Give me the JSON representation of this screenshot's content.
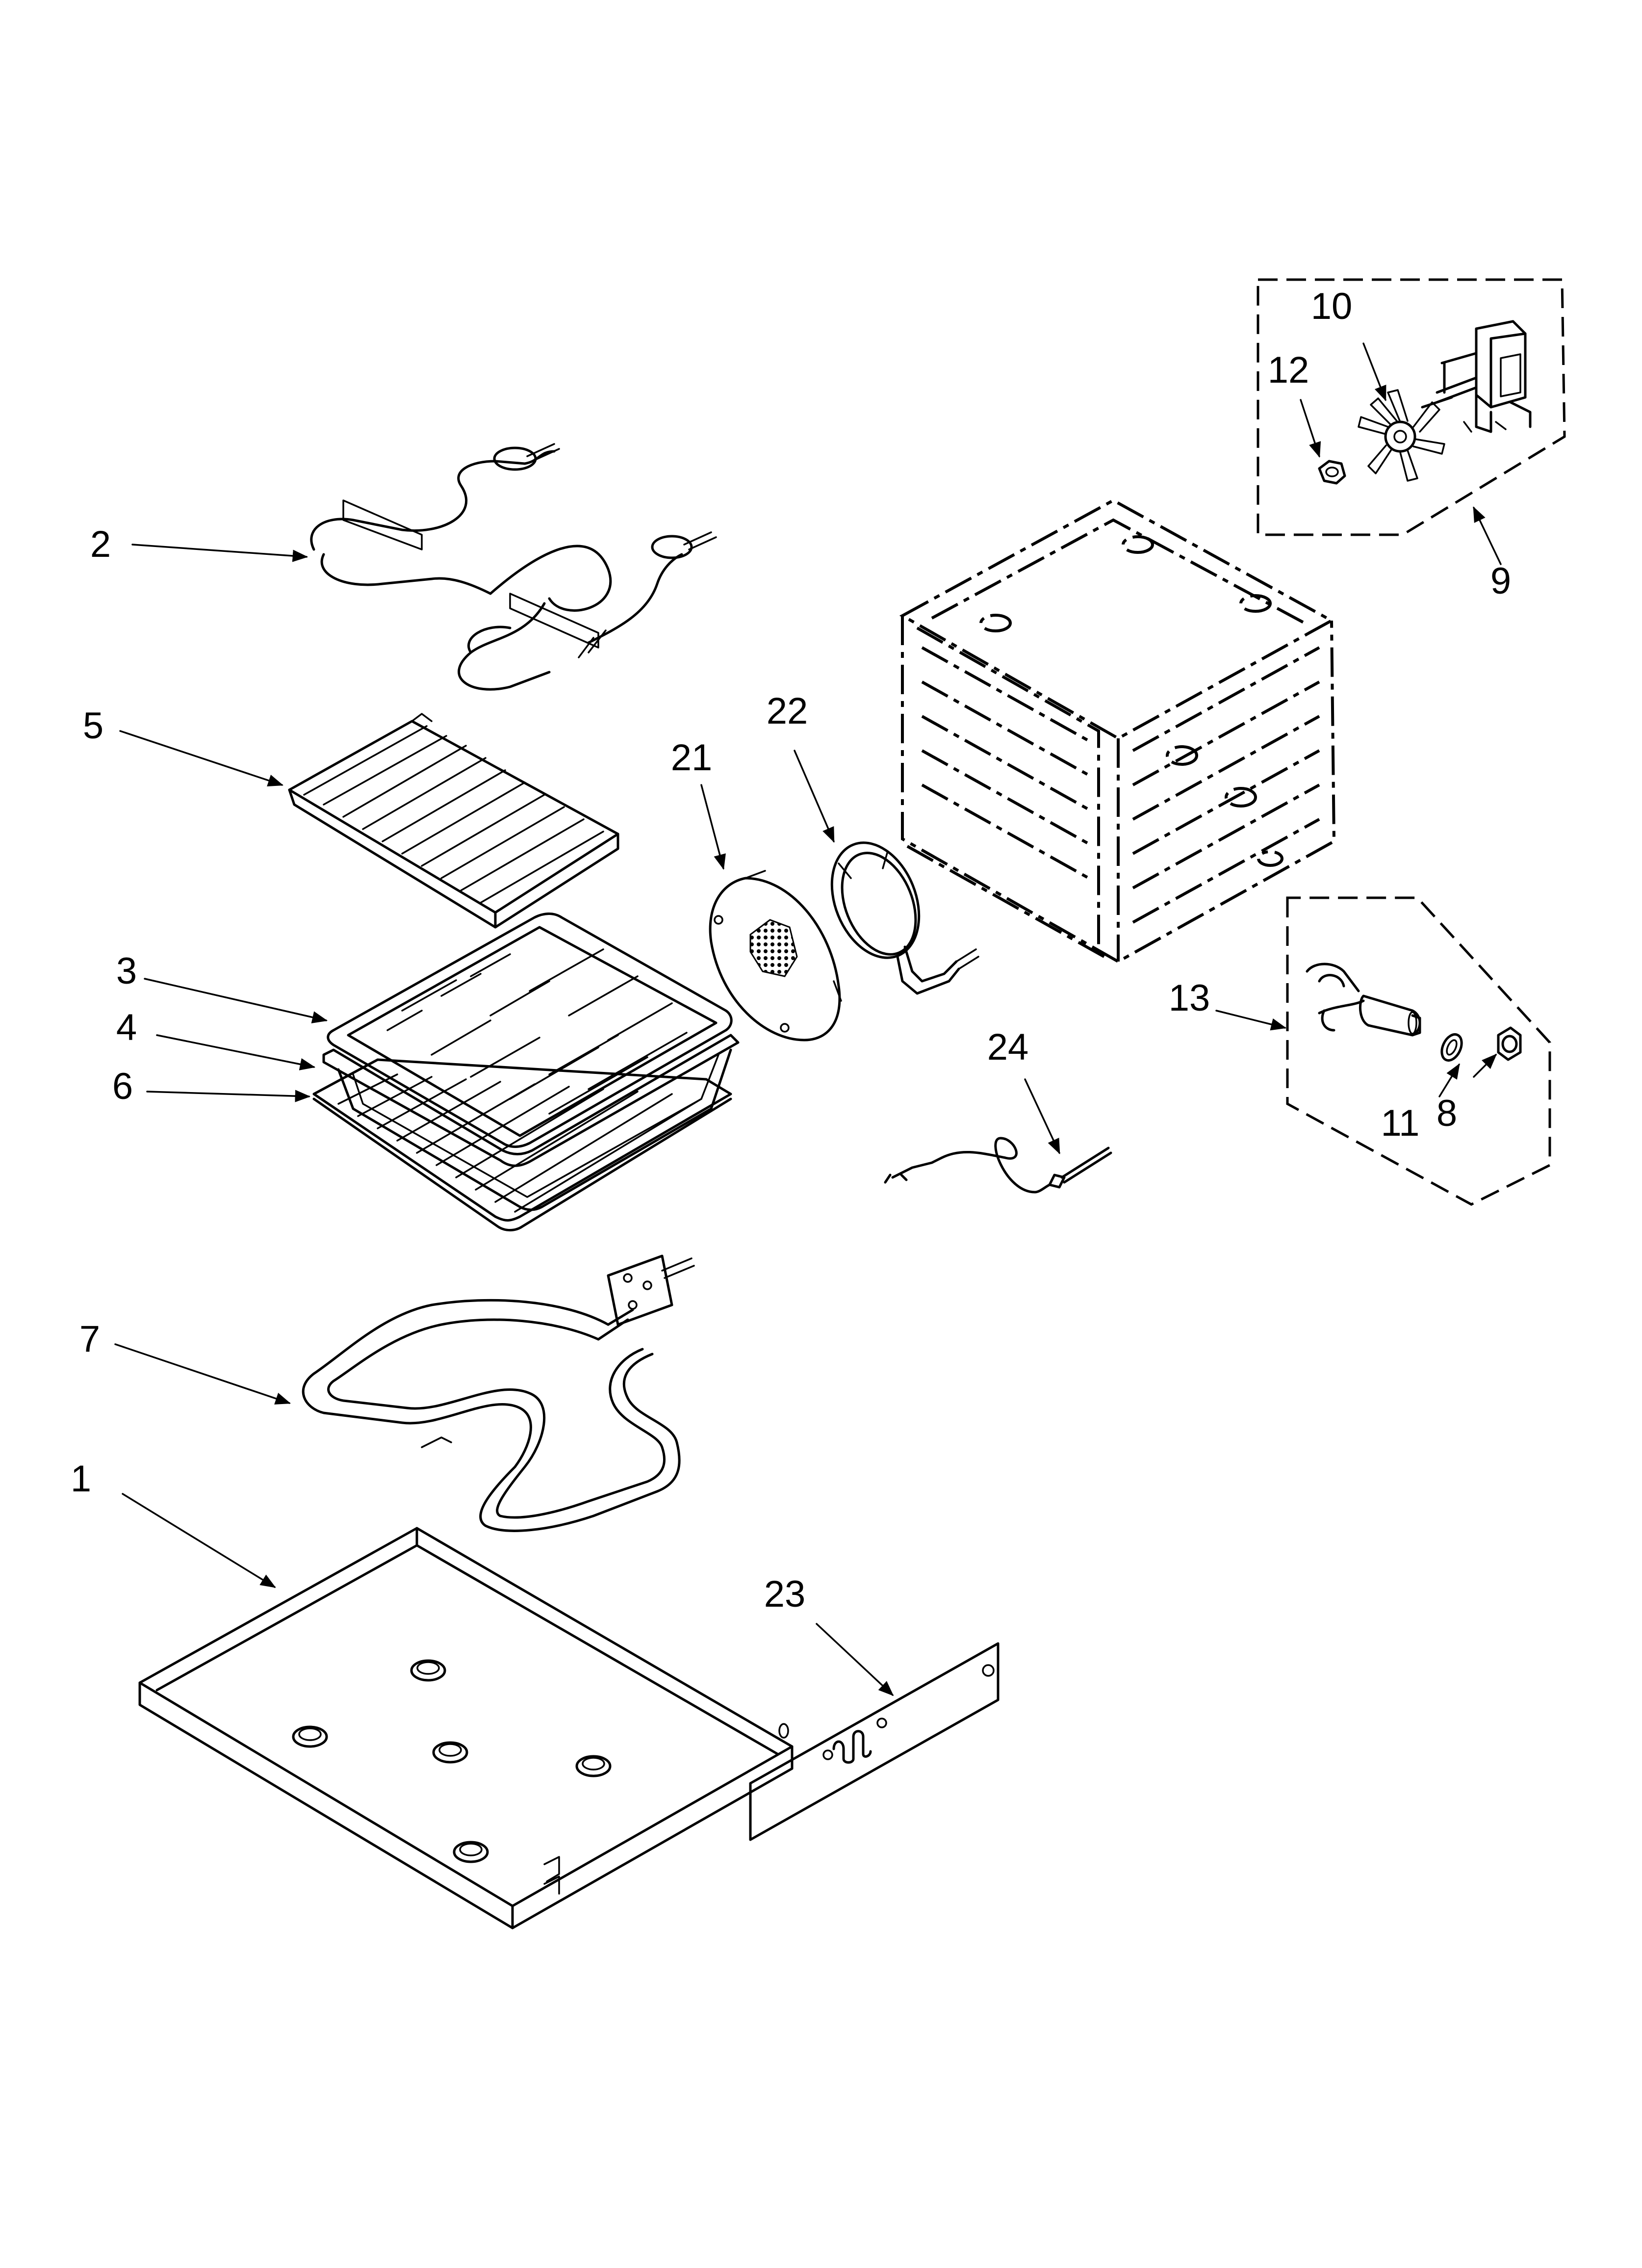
{
  "diagram": {
    "callouts": [
      {
        "id": "1",
        "label": "1"
      },
      {
        "id": "2",
        "label": "2"
      },
      {
        "id": "3",
        "label": "3"
      },
      {
        "id": "4",
        "label": "4"
      },
      {
        "id": "5",
        "label": "5"
      },
      {
        "id": "6",
        "label": "6"
      },
      {
        "id": "7",
        "label": "7"
      },
      {
        "id": "8",
        "label": "8"
      },
      {
        "id": "9",
        "label": "9"
      },
      {
        "id": "10",
        "label": "10"
      },
      {
        "id": "11",
        "label": "11"
      },
      {
        "id": "12",
        "label": "12"
      },
      {
        "id": "13",
        "label": "13"
      },
      {
        "id": "21",
        "label": "21"
      },
      {
        "id": "22",
        "label": "22"
      },
      {
        "id": "23",
        "label": "23"
      },
      {
        "id": "24",
        "label": "24"
      }
    ]
  }
}
